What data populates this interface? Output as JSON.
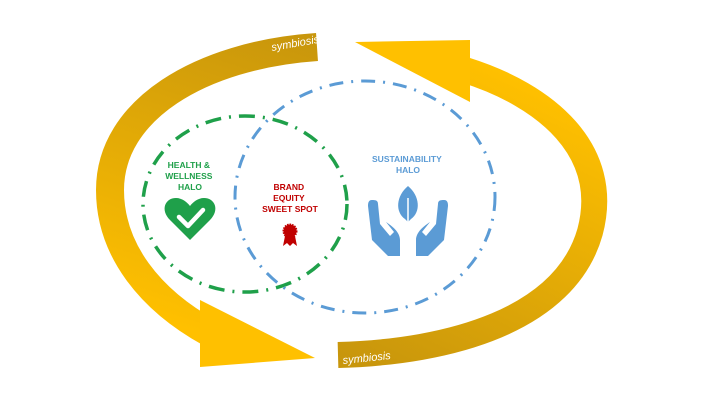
{
  "colors": {
    "gold_dark": "#C8960C",
    "gold_bright": "#FFC000",
    "green": "#1FA04A",
    "blue": "#5B9BD5",
    "red": "#C00000"
  },
  "arrows": {
    "top_label": "symbiosis",
    "bottom_label": "symbiosis"
  },
  "health": {
    "line1": "HEALTH &",
    "line2": "WELLNESS",
    "line3": "HALO",
    "icon": "heart-check-icon"
  },
  "brand": {
    "line1": "BRAND",
    "line2": "EQUITY",
    "line3": "SWEET SPOT",
    "icon": "award-badge-icon"
  },
  "sustainability": {
    "line1": "SUSTAINABILITY",
    "line2": "HALO",
    "icon": "hands-leaf-icon"
  }
}
